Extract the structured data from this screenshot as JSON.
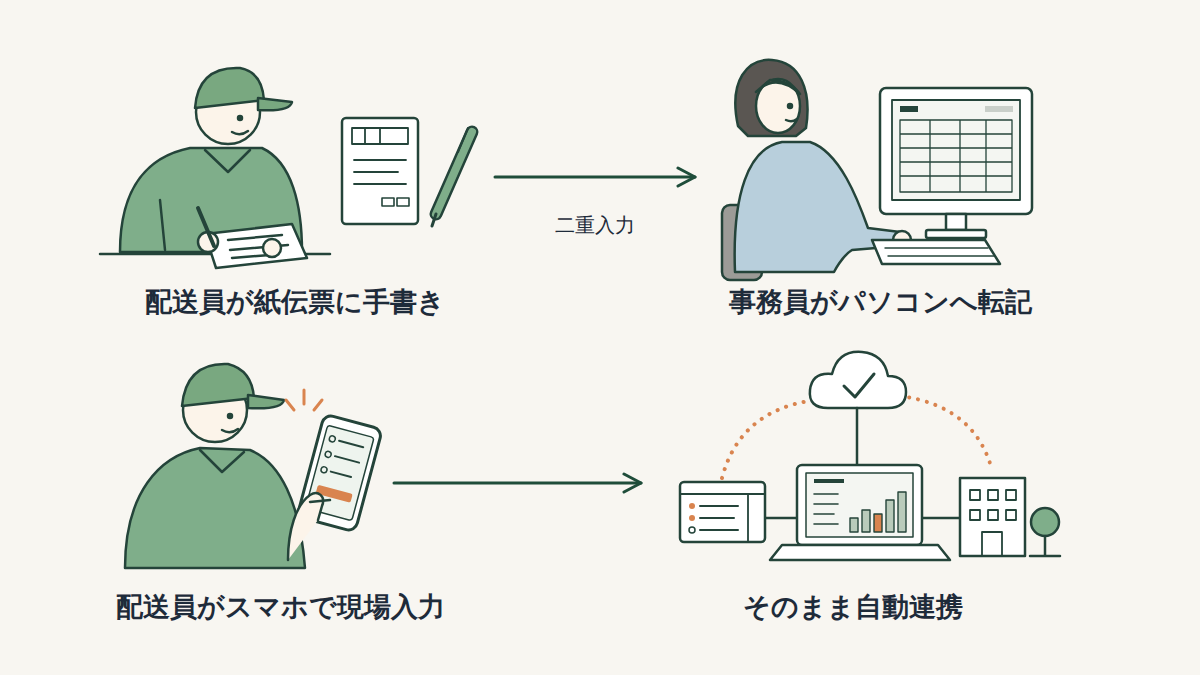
{
  "diagram": {
    "nodes": [
      {
        "text": [
          "配送員が紙伝票に手書き"
        ]
      },
      {
        "text": [
          "事務員がパソコンへ転記"
        ]
      },
      {
        "text": [
          "配送員がスマホで現場入力"
        ]
      },
      {
        "text": [
          "そのまま自動連携"
        ]
      }
    ],
    "edges": [
      {
        "from": 0,
        "to": 1,
        "arrow": "to",
        "label": "二重入力"
      },
      {
        "from": 2,
        "to": 3,
        "arrow": "to"
      }
    ]
  }
}
